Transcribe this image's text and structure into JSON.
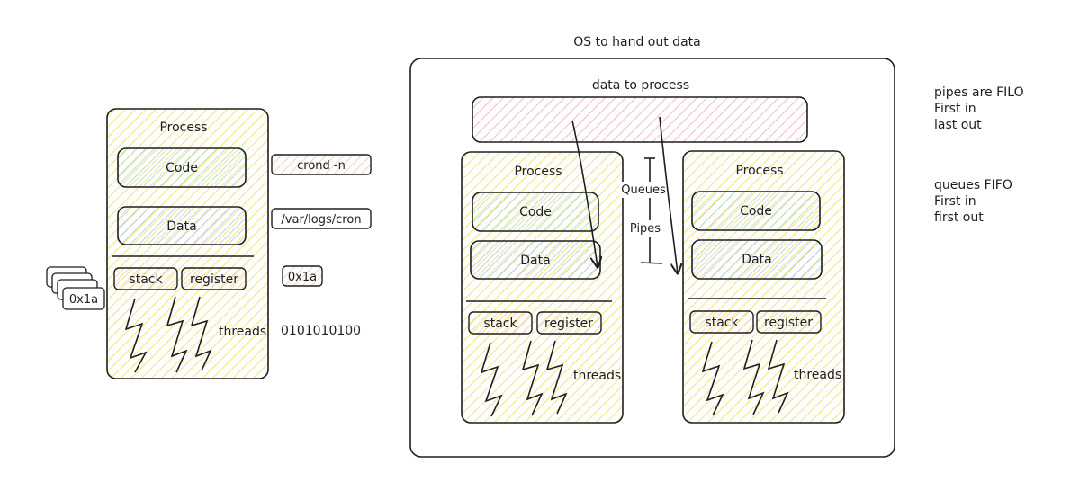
{
  "colors": {
    "stroke": "#1e1e1e",
    "process_hatch": "#f5e27a",
    "code_hatch": "#a8d8c8",
    "data_hatch": "#a8c8e8",
    "queue_hatch": "#f4a8b0",
    "chip_hatch": "#f2c9a8"
  },
  "left_process": {
    "title": "Process",
    "code": "Code",
    "data": "Data",
    "stack": "stack",
    "register": "register",
    "threads": "threads"
  },
  "side_labels": {
    "crond": "crond -n",
    "logs": "/var/logs/cron",
    "addr": "0x1a",
    "binary": "0101010100",
    "stacked_addr": "0x1a"
  },
  "os_box": {
    "title": "OS to hand out data",
    "queue_label": "data to process",
    "queues": "Queues",
    "pipes": "Pipes"
  },
  "process_a": {
    "title": "Process",
    "code": "Code",
    "data": "Data",
    "stack": "stack",
    "register": "register",
    "threads": "threads"
  },
  "process_b": {
    "title": "Process",
    "code": "Code",
    "data": "Data",
    "stack": "stack",
    "register": "register",
    "threads": "threads"
  },
  "notes": {
    "pipes_1": "pipes are FILO",
    "pipes_2": "First in",
    "pipes_3": "last out",
    "queues_1": "queues FIFO",
    "queues_2": "First in",
    "queues_3": "first out"
  }
}
